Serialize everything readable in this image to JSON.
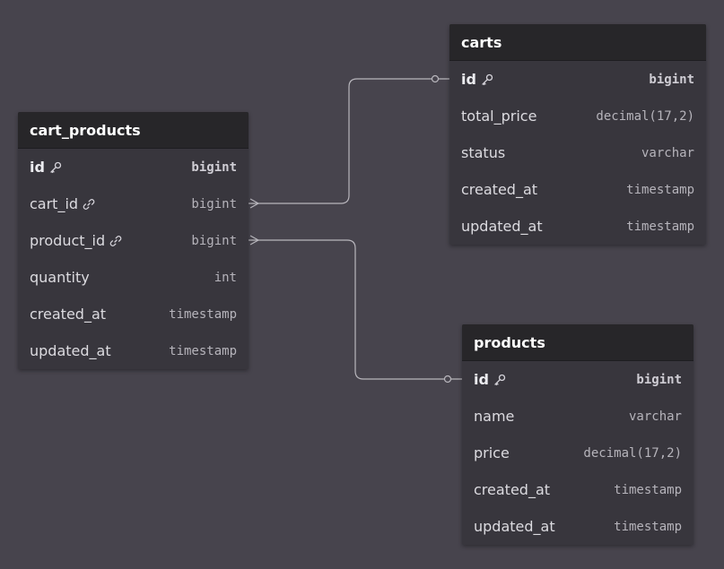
{
  "colors": {
    "background": "#47444d",
    "table_body": "#38363d",
    "table_header": "#272629",
    "connector": "#b9b7bd"
  },
  "tables": {
    "cart_products": {
      "name": "cart_products",
      "rows": [
        {
          "name": "id",
          "type": "bigint",
          "icon": "key-icon",
          "pk": true
        },
        {
          "name": "cart_id",
          "type": "bigint",
          "icon": "link-icon",
          "pk": false
        },
        {
          "name": "product_id",
          "type": "bigint",
          "icon": "link-icon",
          "pk": false
        },
        {
          "name": "quantity",
          "type": "int",
          "icon": "",
          "pk": false
        },
        {
          "name": "created_at",
          "type": "timestamp",
          "icon": "",
          "pk": false
        },
        {
          "name": "updated_at",
          "type": "timestamp",
          "icon": "",
          "pk": false
        }
      ]
    },
    "carts": {
      "name": "carts",
      "rows": [
        {
          "name": "id",
          "type": "bigint",
          "icon": "key-icon",
          "pk": true
        },
        {
          "name": "total_price",
          "type": "decimal(17,2)",
          "icon": "",
          "pk": false
        },
        {
          "name": "status",
          "type": "varchar",
          "icon": "",
          "pk": false
        },
        {
          "name": "created_at",
          "type": "timestamp",
          "icon": "",
          "pk": false
        },
        {
          "name": "updated_at",
          "type": "timestamp",
          "icon": "",
          "pk": false
        }
      ]
    },
    "products": {
      "name": "products",
      "rows": [
        {
          "name": "id",
          "type": "bigint",
          "icon": "key-icon",
          "pk": true
        },
        {
          "name": "name",
          "type": "varchar",
          "icon": "",
          "pk": false
        },
        {
          "name": "price",
          "type": "decimal(17,2)",
          "icon": "",
          "pk": false
        },
        {
          "name": "created_at",
          "type": "timestamp",
          "icon": "",
          "pk": false
        },
        {
          "name": "updated_at",
          "type": "timestamp",
          "icon": "",
          "pk": false
        }
      ]
    }
  },
  "relationships": [
    {
      "from_table": "cart_products",
      "from_column": "cart_id",
      "from_cardinality": "many",
      "to_table": "carts",
      "to_column": "id",
      "to_cardinality": "zero-or-one"
    },
    {
      "from_table": "cart_products",
      "from_column": "product_id",
      "from_cardinality": "many",
      "to_table": "products",
      "to_column": "id",
      "to_cardinality": "zero-or-one"
    }
  ]
}
